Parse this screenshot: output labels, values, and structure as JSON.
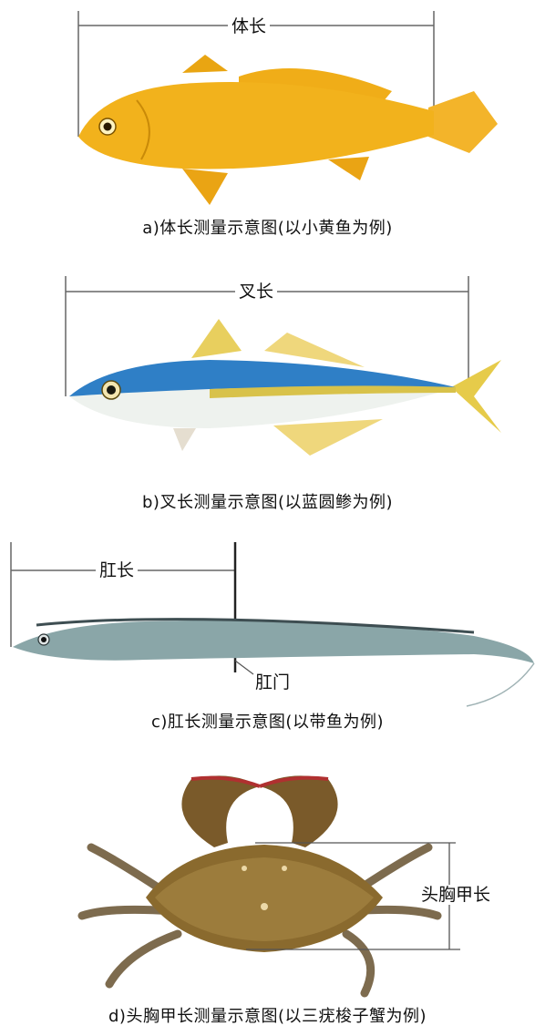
{
  "panels": {
    "a": {
      "measure_label": "体长",
      "caption": "a)体长测量示意图(以小黄鱼为例)"
    },
    "b": {
      "measure_label": "叉长",
      "caption": "b)叉长测量示意图(以蓝圆鲹为例)"
    },
    "c": {
      "measure_label": "肛长",
      "anus_label": "肛门",
      "caption": "c)肛长测量示意图(以带鱼为例)"
    },
    "d": {
      "measure_label": "头胸甲长",
      "caption": "d)头胸甲长测量示意图(以三疣梭子蟹为例)"
    }
  },
  "colors": {
    "yellow_croaker": "#f2b21c",
    "scad_back": "#2f7fc6",
    "hairtail": "#8aa6a8",
    "crab": "#8a6a2e",
    "line": "#555555"
  }
}
